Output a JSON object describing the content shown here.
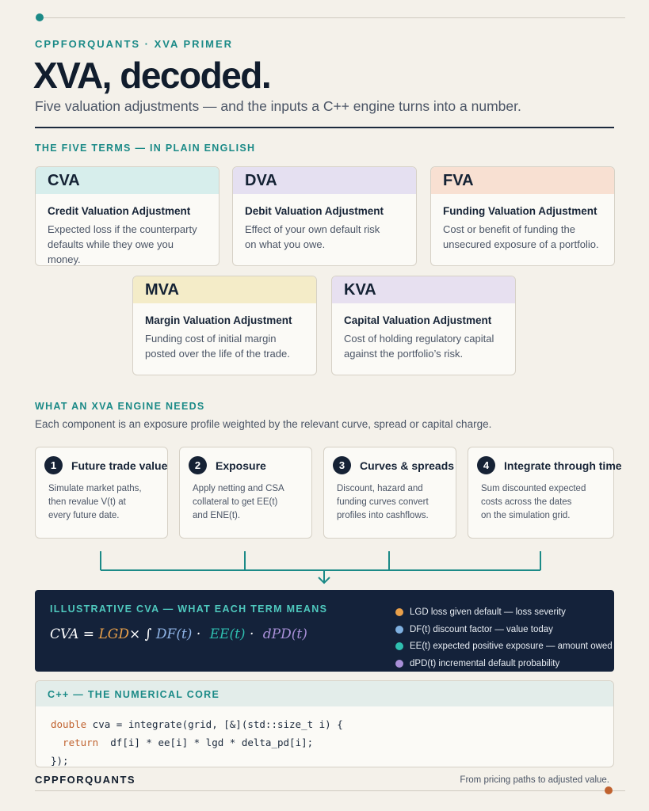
{
  "header": {
    "kicker": "CPPFORQUANTS · XVA PRIMER",
    "title": "XVA, decoded.",
    "subtitle": "Five valuation adjustments — and the inputs a C++ engine turns into a number."
  },
  "terms_section": {
    "label": "THE FIVE TERMS — IN PLAIN ENGLISH",
    "terms": [
      {
        "abbr": "CVA",
        "name": "Credit Valuation Adjustment",
        "desc_lines": [
          "Expected loss if the counterparty",
          "defaults while they owe you money."
        ],
        "color": "#d7eeec"
      },
      {
        "abbr": "DVA",
        "name": "Debit Valuation Adjustment",
        "desc_lines": [
          "Effect of your own default risk",
          "on what you owe."
        ],
        "color": "#e5e0f1"
      },
      {
        "abbr": "FVA",
        "name": "Funding Valuation Adjustment",
        "desc_lines": [
          "Cost or benefit of funding the",
          "unsecured exposure of a portfolio."
        ],
        "color": "#f8e0d2"
      },
      {
        "abbr": "MVA",
        "name": "Margin Valuation Adjustment",
        "desc_lines": [
          "Funding cost of initial margin",
          "posted over the life of the trade."
        ],
        "color": "#f4ecc8"
      },
      {
        "abbr": "KVA",
        "name": "Capital Valuation Adjustment",
        "desc_lines": [
          "Cost of holding regulatory capital",
          "against the portfolio’s risk."
        ],
        "color": "#e7e0f0"
      }
    ]
  },
  "engine_section": {
    "label": "WHAT AN XVA ENGINE NEEDS",
    "subtitle": "Each component is an exposure profile weighted by the relevant curve, spread or capital charge.",
    "steps": [
      {
        "num": "1",
        "title": "Future trade value",
        "desc_lines": [
          "Simulate market paths,",
          "then revalue V(t) at",
          "every future date."
        ]
      },
      {
        "num": "2",
        "title": "Exposure",
        "desc_lines": [
          "Apply netting and CSA",
          "collateral to get EE(t)",
          "and ENE(t)."
        ]
      },
      {
        "num": "3",
        "title": "Curves & spreads",
        "desc_lines": [
          "Discount, hazard and",
          "funding curves convert",
          "profiles into cashflows."
        ]
      },
      {
        "num": "4",
        "title": "Integrate through time",
        "desc_lines": [
          "Sum discounted expected",
          "costs across the dates",
          "on the simulation grid."
        ]
      }
    ]
  },
  "cva_panel": {
    "label": "ILLUSTRATIVE CVA — WHAT EACH TERM MEANS",
    "formula": {
      "lhs": "CVA = ",
      "lgd": "LGD",
      "times": "× ∫ ",
      "df": "DF(t)",
      "dot1": " · ",
      "ee": "EE(t)",
      "dot2": " · ",
      "dpd": "dPD(t)"
    },
    "legend": [
      {
        "text": "LGD loss given default — loss severity",
        "color": "#e9a04a"
      },
      {
        "text": "DF(t) discount factor — value today",
        "color": "#7fb0e0"
      },
      {
        "text": "EE(t) expected positive exposure — amount owed",
        "color": "#2fbfb0"
      },
      {
        "text": "dPD(t) incremental default probability",
        "color": "#a990d8"
      }
    ],
    "colors": {
      "lgd": "#e9a04a",
      "df": "#8fb4e6",
      "ee": "#2fbfb0",
      "dpd": "#a990d8"
    }
  },
  "code_card": {
    "label": "C++ — THE NUMERICAL CORE",
    "line1_kw": "double",
    "line1_rest": " cva = integrate(grid, [&](std::size_t i) {",
    "line2_kw": "  return",
    "line2_rest": "  df[i] * ee[i] * lgd * delta_pd[i];",
    "line3": "});"
  },
  "footer": {
    "brand": "CPPFORQUANTS",
    "tagline": "From pricing paths to adjusted value."
  }
}
